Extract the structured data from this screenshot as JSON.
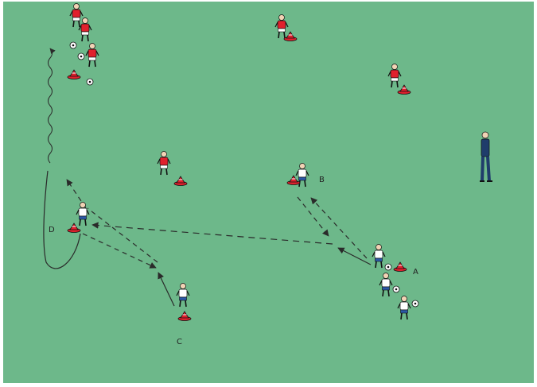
{
  "labels": {
    "a": "A",
    "b": "B",
    "c": "C",
    "d": "D"
  },
  "colors": {
    "field": "#6db88a",
    "red_team_shirt": "#e0212d",
    "white_team_shirt": "#ffffff",
    "white_team_shorts": "#2b58a6",
    "cone": "#e0212d",
    "coach": "#1f3d6b",
    "lines": "#2a2a2a"
  }
}
